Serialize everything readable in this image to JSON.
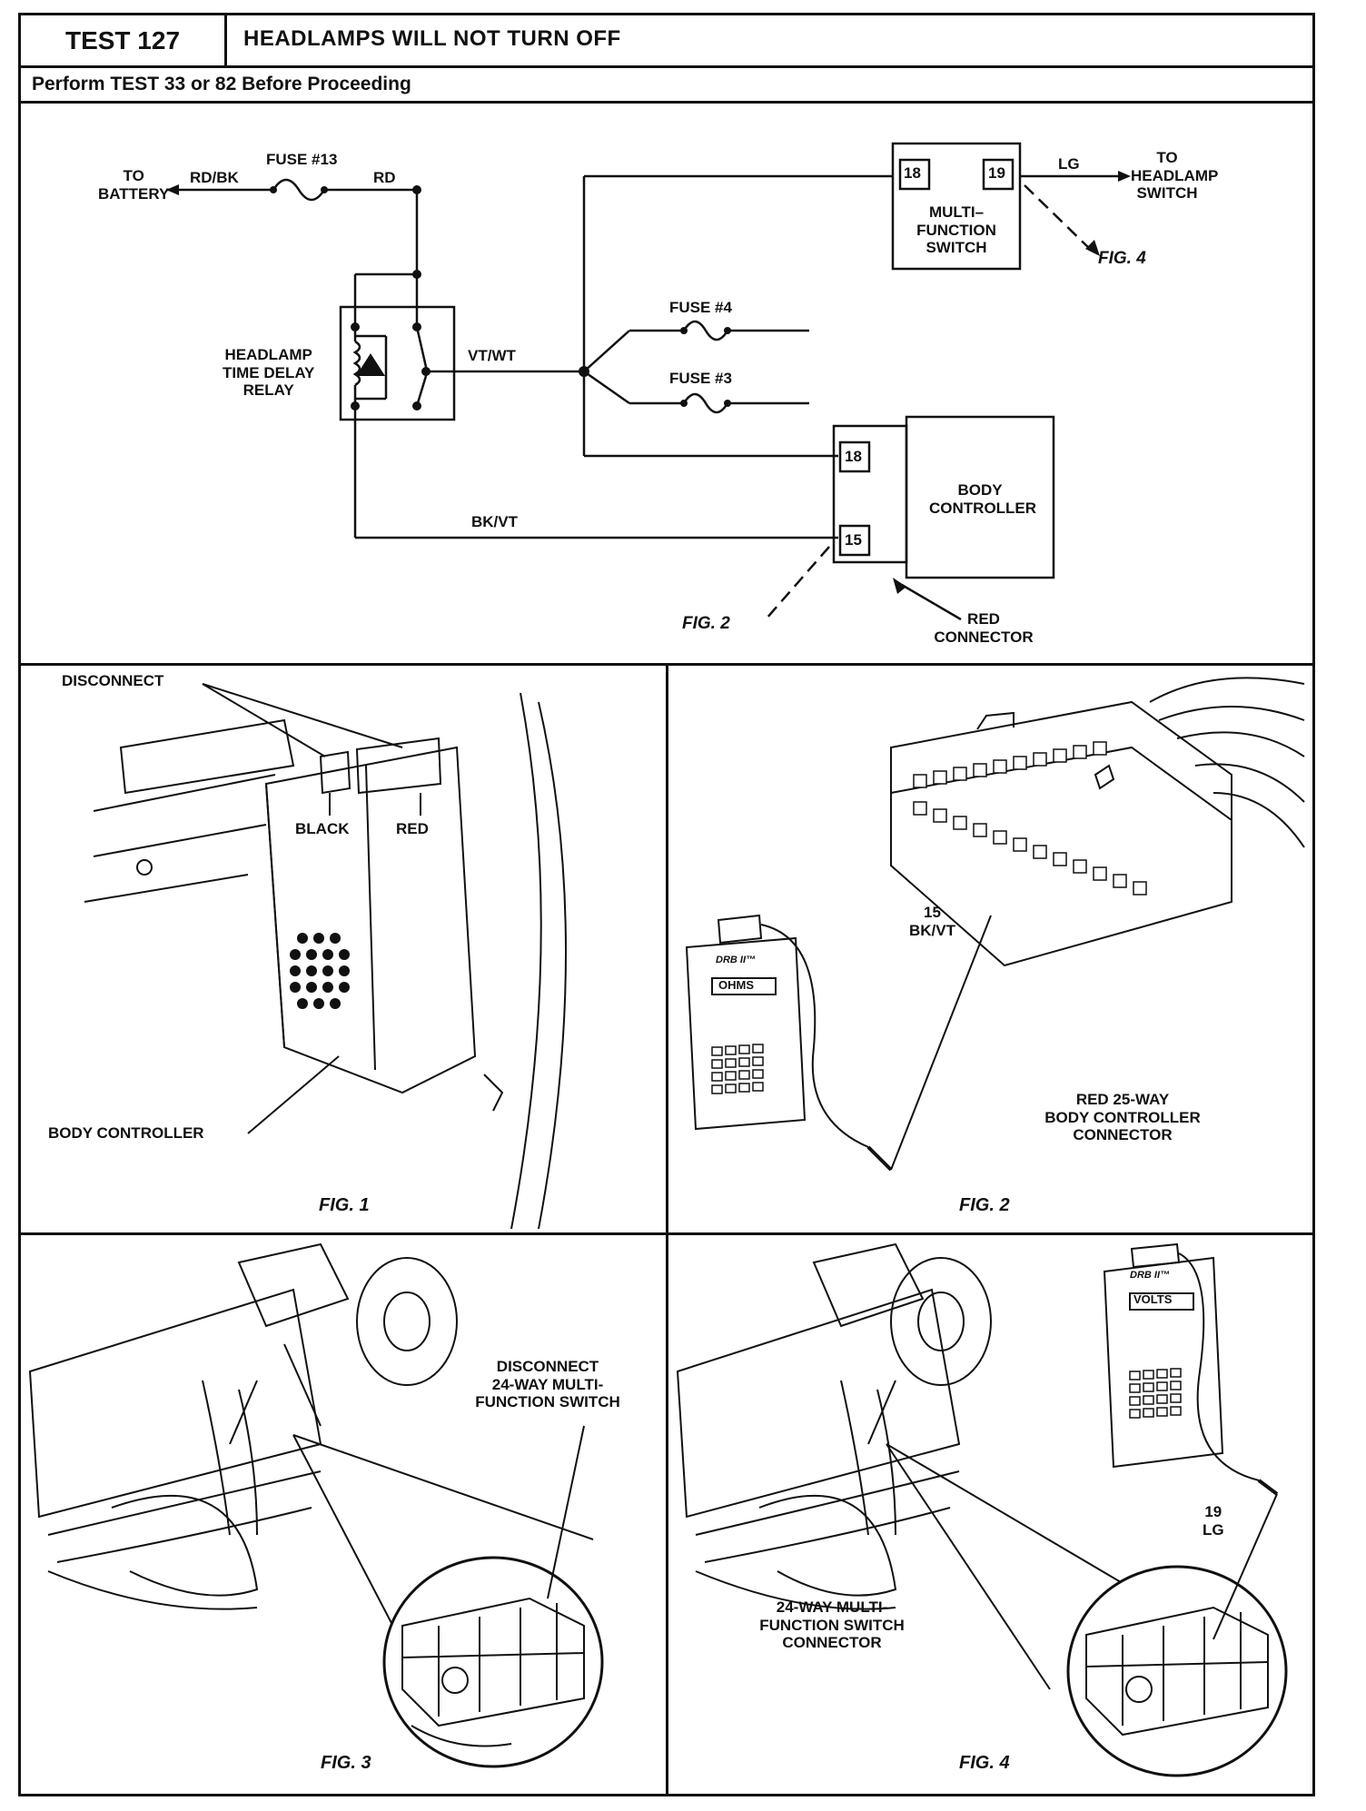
{
  "header": {
    "test_number": "TEST 127",
    "title": "HEADLAMPS WILL NOT TURN OFF",
    "subtitle": "Perform TEST 33 or 82 Before Proceeding"
  },
  "schematic": {
    "to_battery": [
      "TO",
      "BATTERY"
    ],
    "rd_bk": "RD/BK",
    "fuse13": "FUSE #13",
    "rd": "RD",
    "relay": [
      "HEADLAMP",
      "TIME DELAY",
      "RELAY"
    ],
    "vt_wt": "VT/WT",
    "fuse4": "FUSE #4",
    "fuse3": "FUSE #3",
    "bk_vt": "BK/VT",
    "mfs_pin18": "18",
    "mfs_pin19": "19",
    "mfs": [
      "MULTI–",
      "FUNCTION",
      "SWITCH"
    ],
    "lg": "LG",
    "to_headlamp": [
      "TO",
      "HEADLAMP",
      "SWITCH"
    ],
    "fig4_ref": "FIG. 4",
    "bc_pin18": "18",
    "bc_pin15": "15",
    "bc": [
      "BODY",
      "CONTROLLER"
    ],
    "fig2_ref": "FIG. 2",
    "red_connector": [
      "RED",
      "CONNECTOR"
    ]
  },
  "fig1": {
    "disconnect": "DISCONNECT",
    "black": "BLACK",
    "red": "RED",
    "body_controller": "BODY CONTROLLER",
    "caption": "FIG. 1"
  },
  "fig2": {
    "pin": [
      "15",
      "BK/VT"
    ],
    "meter_brand": "DRB II™",
    "meter_mode": "OHMS",
    "connector": [
      "RED 25-WAY",
      "BODY CONTROLLER",
      "CONNECTOR"
    ],
    "caption": "FIG. 2"
  },
  "fig3": {
    "label": [
      "DISCONNECT",
      "24-WAY MULTI-",
      "FUNCTION SWITCH"
    ],
    "caption": "FIG. 3"
  },
  "fig4": {
    "meter_brand": "DRB II™",
    "meter_mode": "VOLTS",
    "pin": [
      "19",
      "LG"
    ],
    "connector": [
      "24-WAY MULTI-",
      "FUNCTION SWITCH",
      "CONNECTOR"
    ],
    "caption": "FIG. 4"
  }
}
